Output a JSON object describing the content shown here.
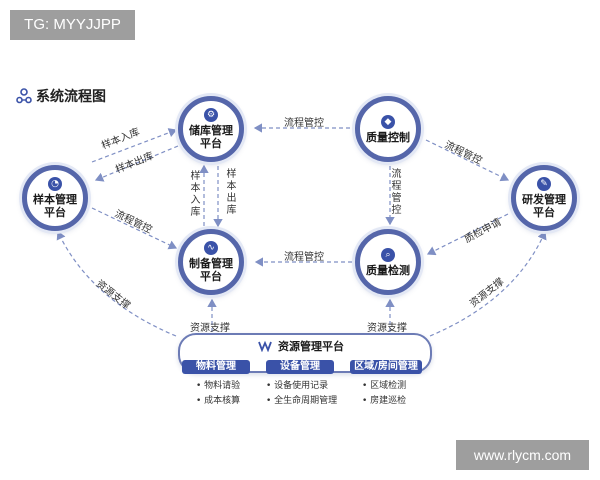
{
  "watermark_top": "TG: MYYJJPP",
  "watermark_bottom": "www.rlycm.com",
  "title": "系统流程图",
  "colors": {
    "node_border": "#5566aa",
    "accent": "#3a52a8",
    "arrow": "#7f8fc4"
  },
  "nodes": {
    "storage": {
      "label": "储库管理\n平台",
      "icon": "gear-circle-icon"
    },
    "quality_control": {
      "label": "质量控制",
      "icon": "shield-icon"
    },
    "sample": {
      "label": "样本管理\n平台",
      "icon": "chart-icon"
    },
    "rnd": {
      "label": "研发管理\n平台",
      "icon": "microscope-icon"
    },
    "manufacturing": {
      "label": "制备管理\n平台",
      "icon": "pulse-icon"
    },
    "quality_test": {
      "label": "质量检测",
      "icon": "search-icon"
    }
  },
  "edges": {
    "qc_to_storage": "流程管控",
    "sample_to_storage": "样本入库",
    "storage_to_sample": "样本出库",
    "qc_to_rnd": "流程管控",
    "storage_to_manuf_out": "样本出库",
    "manuf_to_storage_in": "样本入库",
    "qc_to_qt": "流程管控",
    "sample_to_manuf": "流程管控",
    "qt_to_manuf": "流程管控",
    "rnd_to_qt": "质检申请",
    "platform_to_sample": "资源支撑",
    "platform_to_rnd": "资源支撑",
    "platform_to_manuf": "资源支撑",
    "platform_to_qt": "资源支撑"
  },
  "platform": {
    "title": "资源管理平台",
    "sections": [
      {
        "label": "物料管理",
        "items": [
          "物料请验",
          "成本核算"
        ]
      },
      {
        "label": "设备管理",
        "items": [
          "设备使用记录",
          "全生命周期管理"
        ]
      },
      {
        "label": "区域/房间管理",
        "items": [
          "区域检测",
          "房建巡检"
        ]
      }
    ]
  }
}
